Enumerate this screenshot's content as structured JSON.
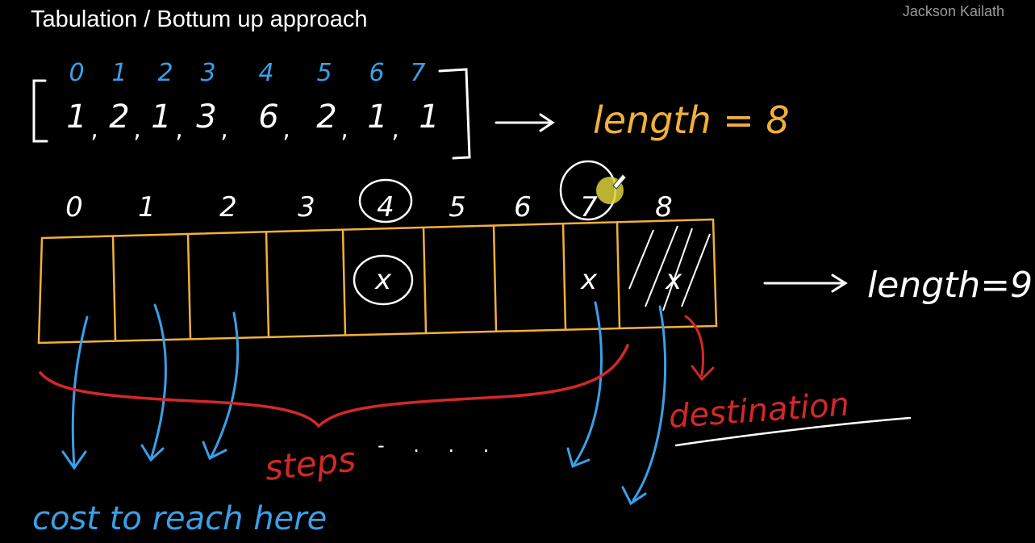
{
  "header": {
    "title": "Tabulation / Bottum up approach",
    "author": "Jackson Kailath"
  },
  "cost_array": {
    "indices": [
      "0",
      "1",
      "2",
      "3",
      "4",
      "5",
      "6",
      "7"
    ],
    "values": [
      "1",
      "2",
      "1",
      "3",
      "6",
      "2",
      "1",
      "1"
    ],
    "length_label": "length = 8"
  },
  "dp_table": {
    "indices": [
      "0",
      "1",
      "2",
      "3",
      "4",
      "5",
      "6",
      "7",
      "8"
    ],
    "length_label": "length=9",
    "cell_marks": [
      "",
      "",
      "",
      "",
      "x",
      "",
      "",
      "x",
      "x"
    ]
  },
  "annotations": {
    "cost_label": "cost to reach here",
    "steps_label": "steps",
    "destination_label": "destination",
    "dots": "- . . ."
  },
  "colors": {
    "background": "#000000",
    "index_blue": "#3aa0e8",
    "table_orange": "#f2b03a",
    "arrow_red": "#d42828",
    "ink_white": "#ffffff"
  }
}
